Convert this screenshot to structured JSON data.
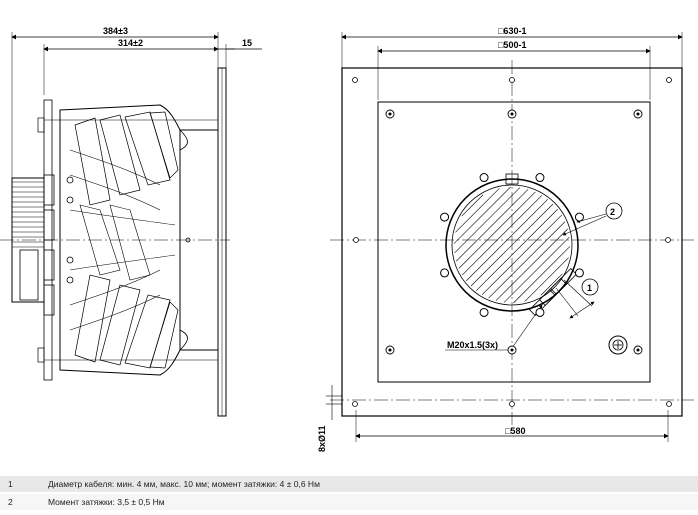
{
  "side_view": {
    "overall_width_label": "384±3",
    "inner_width_label": "314±2",
    "flange_label": "15"
  },
  "front_view": {
    "outer_size_label": "□630-1",
    "hole_pattern_label": "□500-1",
    "base_size_label": "□580",
    "hole_label": "8xØ11",
    "gland_label": "M20x1.5(3x)",
    "callout_1": "1",
    "callout_2": "2"
  },
  "legend": [
    {
      "num": "1",
      "text": "Диаметр кабеля: мин. 4 мм, макс. 10 мм; момент затяжки: 4 ± 0,6 Нм"
    },
    {
      "num": "2",
      "text": "Момент затяжки: 3,5 ± 0,5 Нм"
    }
  ],
  "colors": {
    "line": "#000000",
    "plate": "#ffffff",
    "legend_row_1": "#e8e8e8",
    "legend_row_2": "#f6f6f6"
  }
}
